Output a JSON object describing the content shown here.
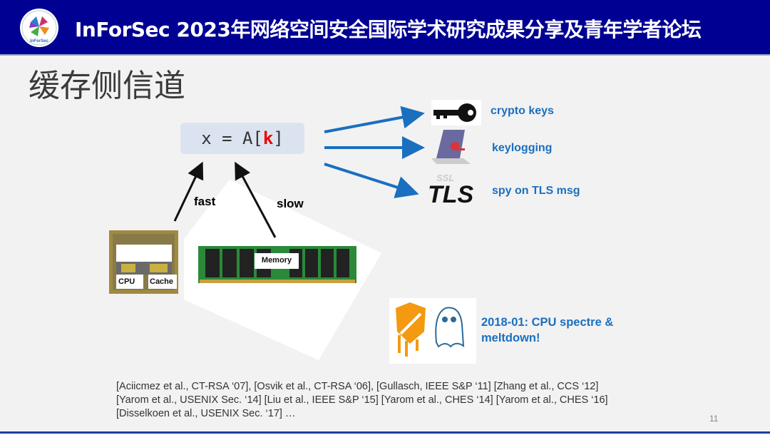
{
  "header": {
    "title": "InForSec 2023年网络空间安全国际学术研究成果分享及青年学者论坛",
    "logo_text": "InForSec"
  },
  "slide": {
    "title": "缓存侧信道",
    "code": {
      "prefix": "x = A[",
      "key": "k",
      "suffix": "]"
    },
    "arrow_labels": {
      "fast": "fast",
      "slow": "slow"
    },
    "hardware": {
      "cpu": "CPU",
      "cache": "Cache",
      "memory": "Memory"
    },
    "targets": [
      {
        "label": "crypto keys",
        "icon": "key-icon"
      },
      {
        "label": "keylogging",
        "icon": "laptop-icon"
      },
      {
        "label": "spy on TLS msg",
        "icon": "tls-icon",
        "icon_text": "TLS",
        "icon_sub": "SSL"
      }
    ],
    "spectre": {
      "line1": "2018-01: CPU spectre &",
      "line2": "meltdown!"
    },
    "references": [
      "[Aciicmez et al., CT-RSA ‘07], [Osvik et al., CT-RSA ‘06], [Gullasch, IEEE S&P ‘11] [Zhang et al., CCS ‘12]",
      "[Yarom et al., USENIX Sec. ‘14] [Liu et al., IEEE S&P ‘15] [Yarom et al., CHES ‘14] [Yarom et al., CHES ‘16]",
      "[Disselkoen et al., USENIX Sec. ‘17] …"
    ],
    "page_number": "11"
  },
  "colors": {
    "header": "#000093",
    "accent": "#1a6fbf",
    "key": "#e00000"
  }
}
